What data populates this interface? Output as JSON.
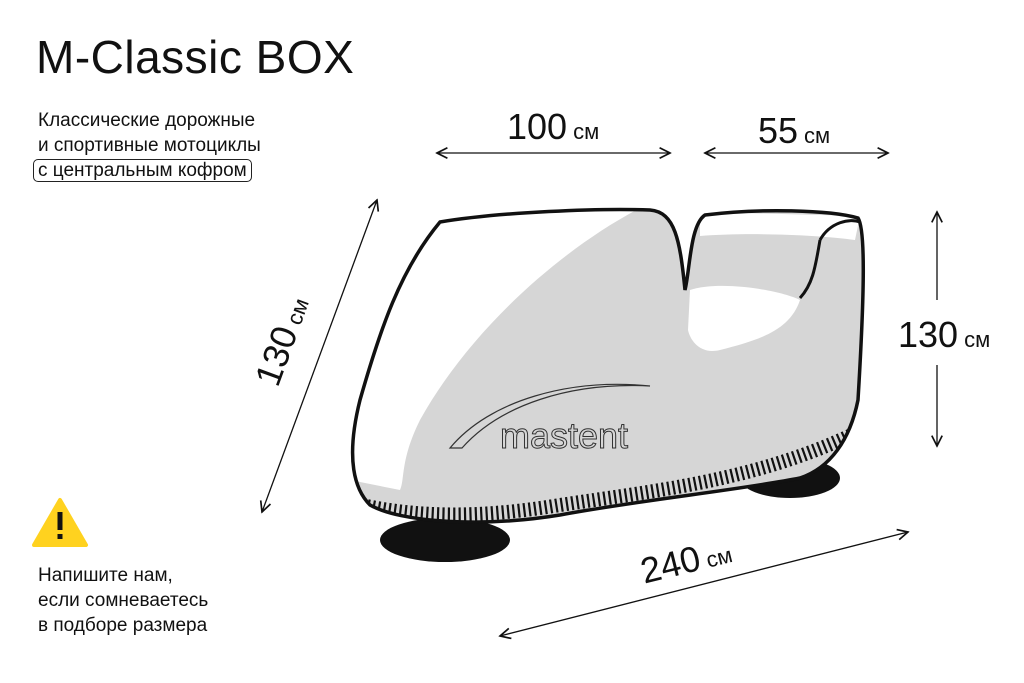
{
  "title": "M-Classic BOX",
  "description": {
    "line1": "Классические дорожные",
    "line2": "и спортивные мотоциклы",
    "line3_boxed": "с центральным кофром"
  },
  "warning": {
    "icon": "warning-triangle-icon",
    "color": "#FFD21F",
    "line1": "Напишите нам,",
    "line2": "если сомневаетесь",
    "line3": "в подборе размера"
  },
  "dimensions": {
    "front_length": {
      "value": "100",
      "unit": "см"
    },
    "rear_length": {
      "value": "55",
      "unit": "см"
    },
    "diagonal_height": {
      "value": "130",
      "unit": "см"
    },
    "height": {
      "value": "130",
      "unit": "см"
    },
    "total_length": {
      "value": "240",
      "unit": "см"
    }
  },
  "logo_text": "mastent"
}
